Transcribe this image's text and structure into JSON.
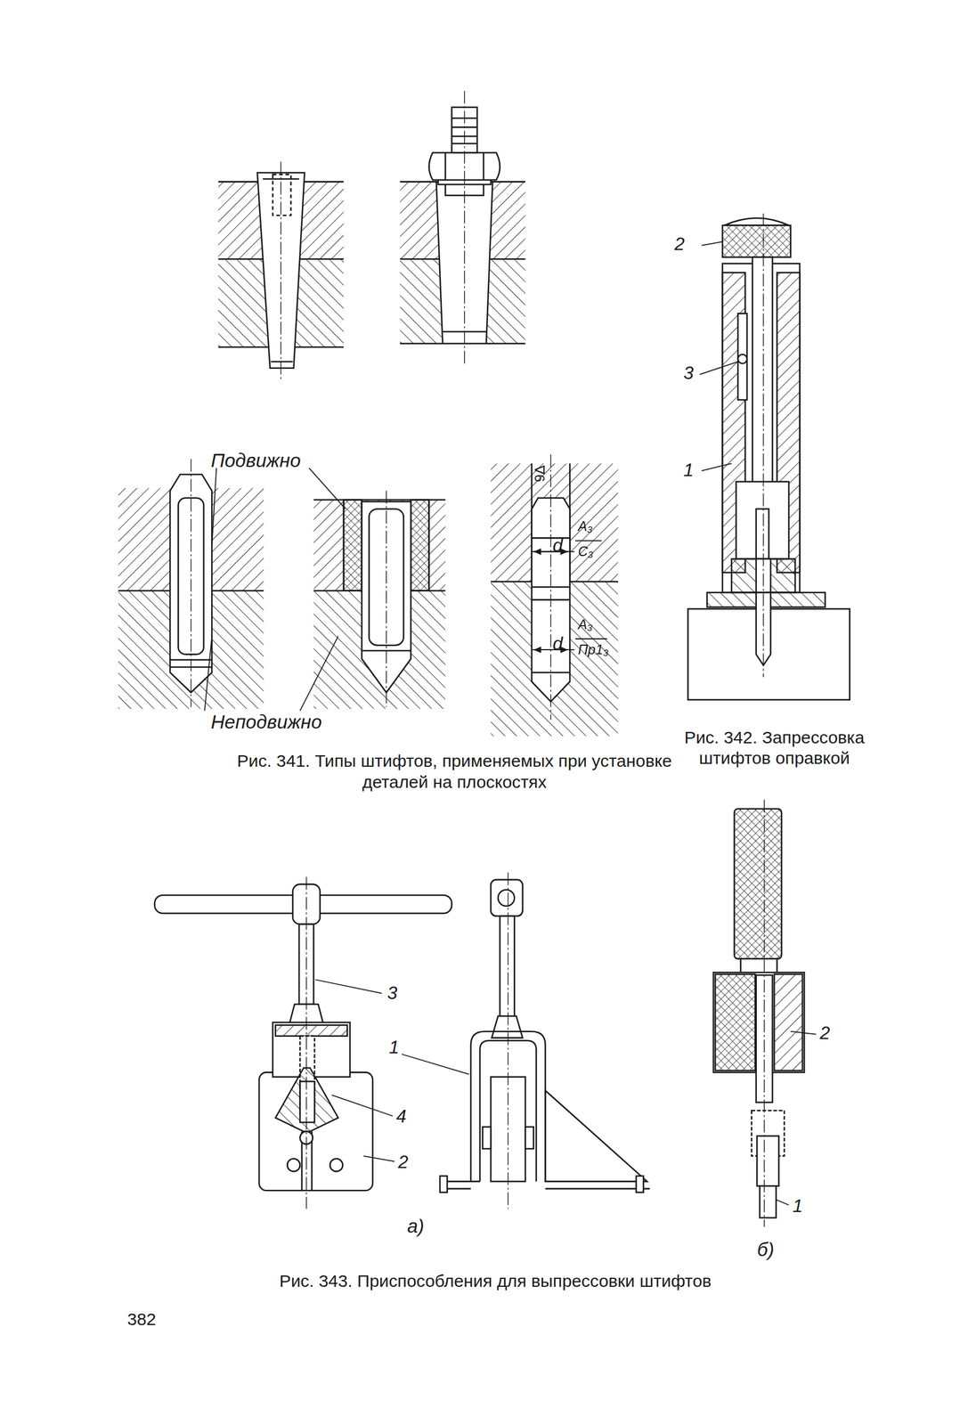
{
  "diagram": {
    "labels": [
      "2",
      "3",
      "1",
      "Подвижно",
      "Неподвижно",
      "∇6",
      "d",
      "A₃",
      "C₃",
      "d",
      "A₃",
      "Пр1₃",
      "Рис. 342. Запрессовка штифтов оправкой",
      "Рис. 341. Типы штифтов, применяемых при установке деталей на плоскостях",
      "3",
      "1",
      "4",
      "2",
      "а)",
      "2",
      "1",
      "б)",
      "Рис. 343. Приспособления для выпрессовки штифтов",
      "382"
    ]
  }
}
